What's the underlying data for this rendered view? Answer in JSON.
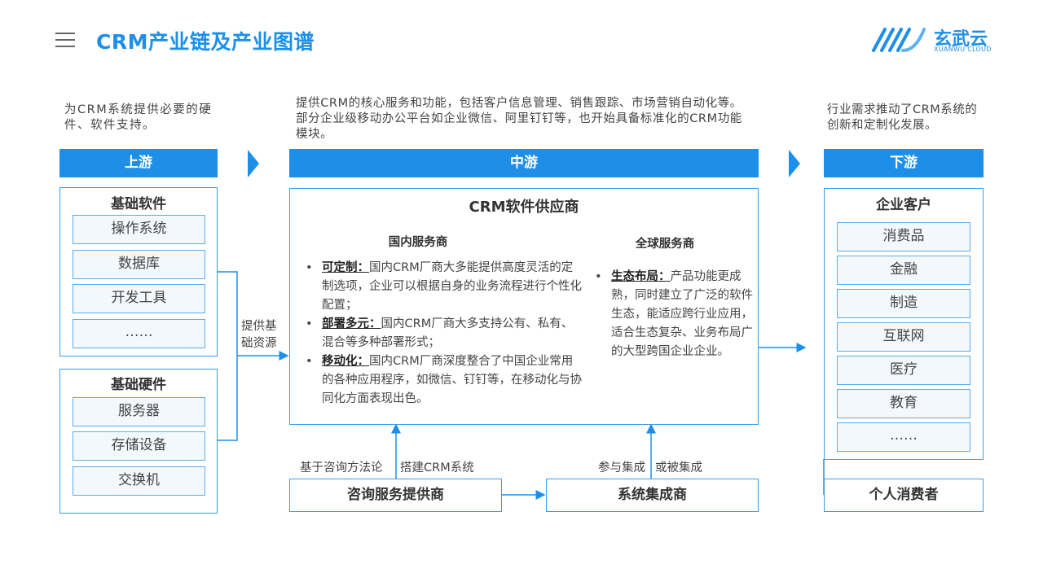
{
  "header": {
    "title": "CRM产业链及产业图谱",
    "logo_text": "玄武云",
    "logo_sub": "XUANWU CLOUD"
  },
  "descriptions": {
    "upstream": "为CRM系统提供必要的硬件、软件支持。",
    "midstream": "提供CRM的核心服务和功能，包括客户信息管理、销售跟踪、市场营销自动化等。部分企业级移动办公平台如企业微信、阿里钉钉等，也开始具备标准化的CRM功能模块。",
    "downstream": "行业需求推动了CRM系统的创新和定制化发展。"
  },
  "sections": {
    "upstream": "上游",
    "midstream": "中游",
    "downstream": "下游"
  },
  "upstream": {
    "software": {
      "title": "基础软件",
      "items": [
        "操作系统",
        "数据库",
        "开发工具",
        "……"
      ]
    },
    "hardware": {
      "title": "基础硬件",
      "items": [
        "服务器",
        "存储设备",
        "交换机"
      ]
    },
    "link_label": "提供基础资源"
  },
  "midstream": {
    "title": "CRM软件供应商",
    "domestic": {
      "title": "国内服务商",
      "bullets": [
        {
          "key": "可定制：",
          "text": "国内CRM厂商大多能提供高度灵活的定制选项，企业可以根据自身的业务流程进行个性化配置；"
        },
        {
          "key": "部署多元：",
          "text": "国内CRM厂商大多支持公有、私有、混合等多种部署形式；"
        },
        {
          "key": "移动化：",
          "text": "国内CRM厂商深度整合了中国企业常用的各种应用程序，如微信、钉钉等，在移动化与协同化方面表现出色。"
        }
      ]
    },
    "global": {
      "title": "全球服务商",
      "bullets": [
        {
          "key": "生态布局：",
          "text": "产品功能更成熟，同时建立了广泛的软件生态，能适应跨行业应用，适合生态复杂、业务布局广的大型跨国企业企业。"
        }
      ]
    },
    "consulting": {
      "label": "咨询服务提供商",
      "note_left": "基于咨询方法论",
      "note_right": "搭建CRM系统"
    },
    "integrator": {
      "label": "系统集成商",
      "note_left": "参与集成",
      "note_right": "或被集成"
    }
  },
  "downstream": {
    "enterprise": {
      "title": "企业客户",
      "items": [
        "消费品",
        "金融",
        "制造",
        "互联网",
        "医疗",
        "教育",
        "……"
      ]
    },
    "consumer": "个人消费者"
  }
}
